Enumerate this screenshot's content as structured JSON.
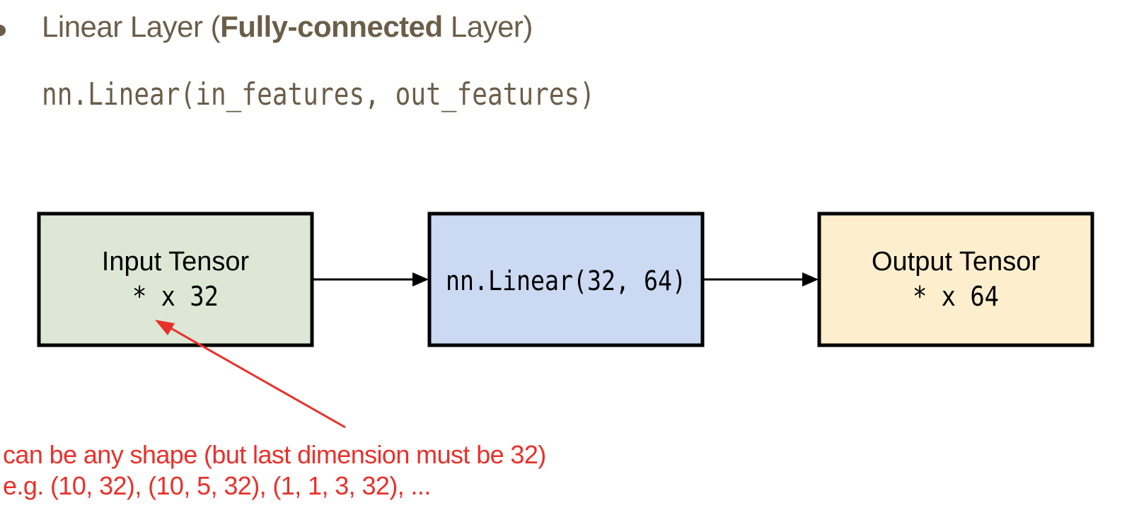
{
  "heading": {
    "prefix": "Linear Layer (",
    "bold": "Fully-connected",
    "suffix": " Layer)"
  },
  "code": "nn.Linear(in_features, out_features)",
  "diagram": {
    "nodes": [
      {
        "id": "input",
        "line1": "Input Tensor",
        "line2": "* x 32",
        "fill": "#dce8d5"
      },
      {
        "id": "linear",
        "line1": "nn.Linear(32, 64)",
        "fill": "#cbd9f2"
      },
      {
        "id": "output",
        "line1": "Output Tensor",
        "line2": "* x 64",
        "fill": "#fdefcd"
      }
    ],
    "edges": [
      {
        "from": "input",
        "to": "linear"
      },
      {
        "from": "linear",
        "to": "output"
      }
    ]
  },
  "annotation": {
    "line1": "can be any shape (but last dimension must be 32)",
    "line2": "e.g. (10, 32), (10, 5, 32), (1, 1, 3, 32), ...",
    "color": "#e8312a"
  }
}
